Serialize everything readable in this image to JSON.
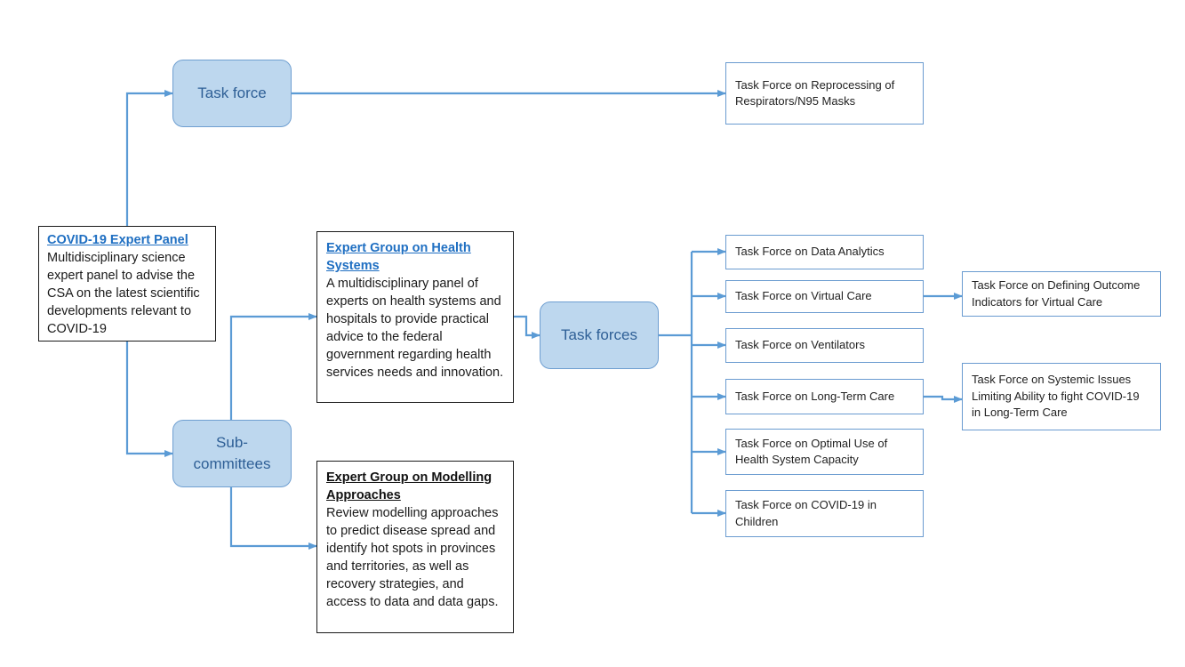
{
  "panel": {
    "title": "COVID-19 Expert Panel",
    "description": "Multidisciplinary science expert panel to advise the CSA on the latest scientific developments relevant to COVID-19"
  },
  "task_force_node": {
    "label": "Task force"
  },
  "subcommittees_node": {
    "label": "Sub-committees"
  },
  "task_forces_node": {
    "label": "Task forces"
  },
  "health_systems_group": {
    "title": "Expert Group on Health Systems",
    "description": "A multidisciplinary panel of experts on health systems and hospitals to provide practical advice to the federal government regarding health services needs and innovation."
  },
  "modelling_group": {
    "title": "Expert Group on Modelling Approaches",
    "description": "Review modelling approaches to predict disease spread and identify hot spots in provinces and territories, as well as recovery strategies, and access to data and data gaps."
  },
  "task_forces": {
    "reprocessing": "Task Force on Reprocessing of Respirators/N95 Masks",
    "data_analytics": "Task Force on Data Analytics",
    "virtual_care": "Task Force on Virtual Care",
    "ventilators": "Task Force on Ventilators",
    "long_term_care": "Task Force on Long-Term Care",
    "optimal_use": "Task Force on Optimal Use of Health System Capacity",
    "children": "Task Force on COVID-19 in Children",
    "outcome_indicators": "Task Force on Defining Outcome Indicators for Virtual Care",
    "systemic_issues": "Task Force on Systemic Issues Limiting Ability to fight COVID-19 in Long-Term Care"
  },
  "colors": {
    "connector": "#5b9bd5",
    "node_fill": "#bdd7ee",
    "node_text": "#2e5f96",
    "link_title": "#1f6fc2"
  }
}
